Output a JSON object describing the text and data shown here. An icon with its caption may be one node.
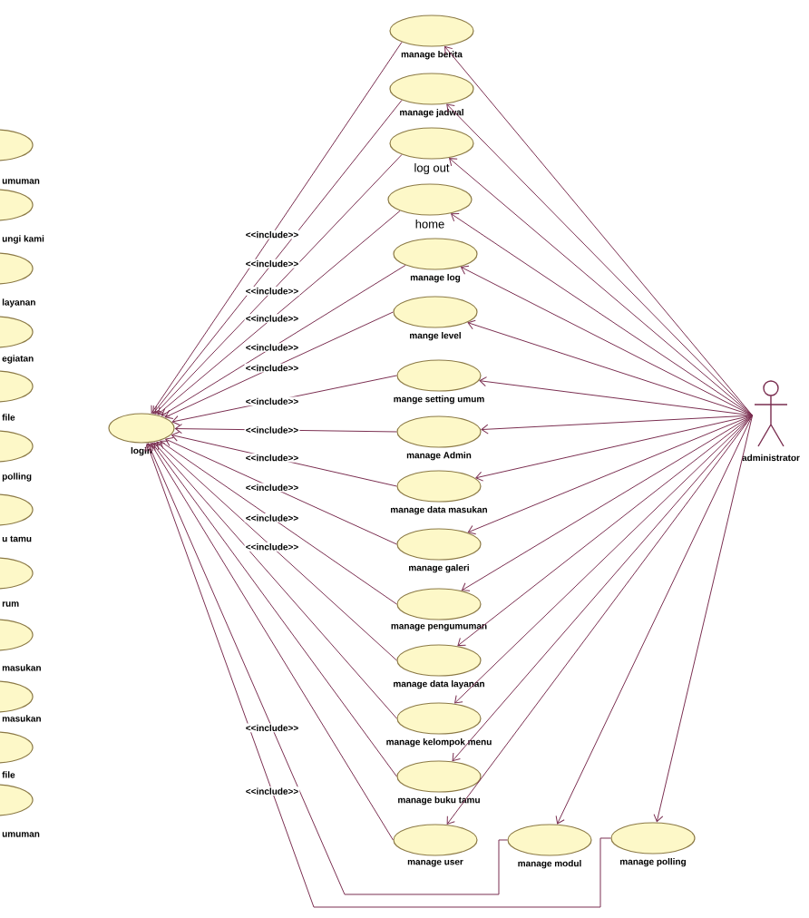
{
  "diagram": {
    "nodes": [
      {
        "text": [
          "umuman"
        ]
      },
      {
        "text": [
          "ungi kami"
        ]
      },
      {
        "text": [
          "layanan"
        ]
      },
      {
        "text": [
          "egiatan"
        ]
      },
      {
        "text": [
          "file"
        ]
      },
      {
        "text": [
          "polling"
        ]
      },
      {
        "text": [
          "u tamu"
        ]
      },
      {
        "text": [
          "rum"
        ]
      },
      {
        "text": [
          "masukan"
        ]
      },
      {
        "text": [
          "masukan"
        ]
      },
      {
        "text": [
          "file"
        ]
      },
      {
        "text": [
          "umuman"
        ]
      },
      {
        "text": [
          "login"
        ]
      },
      {
        "text": [
          "manage berita"
        ]
      },
      {
        "text": [
          "manage jadwal"
        ]
      },
      {
        "text": [
          "log out"
        ]
      },
      {
        "text": [
          "home"
        ]
      },
      {
        "text": [
          "manage log"
        ]
      },
      {
        "text": [
          "mange level"
        ]
      },
      {
        "text": [
          "mange setting umum"
        ]
      },
      {
        "text": [
          "manage Admin"
        ]
      },
      {
        "text": [
          "manage data masukan"
        ]
      },
      {
        "text": [
          "manage galeri"
        ]
      },
      {
        "text": [
          "manage pengumuman"
        ]
      },
      {
        "text": [
          "manage data layanan"
        ]
      },
      {
        "text": [
          "manage kelompok menu"
        ]
      },
      {
        "text": [
          "manage buku tamu"
        ]
      },
      {
        "text": [
          "manage user"
        ]
      },
      {
        "text": [
          "manage modul"
        ]
      },
      {
        "text": [
          "manage polling"
        ]
      },
      {
        "text": [
          "administrator"
        ]
      }
    ],
    "edges": [
      {
        "from": 13,
        "to": 12,
        "arrow": "to",
        "label": "<<include>>"
      },
      {
        "from": 14,
        "to": 12,
        "arrow": "to",
        "label": "<<include>>"
      },
      {
        "from": 15,
        "to": 12,
        "arrow": "to",
        "label": "<<include>>"
      },
      {
        "from": 16,
        "to": 12,
        "arrow": "to",
        "label": "<<include>>"
      },
      {
        "from": 17,
        "to": 12,
        "arrow": "to",
        "label": "<<include>>"
      },
      {
        "from": 18,
        "to": 12,
        "arrow": "to",
        "label": "<<include>>"
      },
      {
        "from": 19,
        "to": 12,
        "arrow": "to",
        "label": "<<include>>"
      },
      {
        "from": 20,
        "to": 12,
        "arrow": "to",
        "label": "<<include>>"
      },
      {
        "from": 21,
        "to": 12,
        "arrow": "to",
        "label": "<<include>>"
      },
      {
        "from": 22,
        "to": 12,
        "arrow": "to",
        "label": "<<include>>"
      },
      {
        "from": 23,
        "to": 12,
        "arrow": "to",
        "label": "<<include>>"
      },
      {
        "from": 24,
        "to": 12,
        "arrow": "to",
        "label": "<<include>>"
      },
      {
        "from": 25,
        "to": 12,
        "arrow": "to"
      },
      {
        "from": 26,
        "to": 12,
        "arrow": "to"
      },
      {
        "from": 27,
        "to": 12,
        "arrow": "to"
      },
      {
        "from": 28,
        "to": 12,
        "arrow": "to",
        "label": "<<include>>"
      },
      {
        "from": 29,
        "to": 12,
        "arrow": "to",
        "label": "<<include>>"
      },
      {
        "from": 30,
        "to": 13,
        "arrow": "to"
      },
      {
        "from": 30,
        "to": 14,
        "arrow": "to"
      },
      {
        "from": 30,
        "to": 15,
        "arrow": "to"
      },
      {
        "from": 30,
        "to": 16,
        "arrow": "to"
      },
      {
        "from": 30,
        "to": 17,
        "arrow": "to"
      },
      {
        "from": 30,
        "to": 18,
        "arrow": "to"
      },
      {
        "from": 30,
        "to": 19,
        "arrow": "to"
      },
      {
        "from": 30,
        "to": 20,
        "arrow": "to"
      },
      {
        "from": 30,
        "to": 21,
        "arrow": "to"
      },
      {
        "from": 30,
        "to": 22,
        "arrow": "to"
      },
      {
        "from": 30,
        "to": 23,
        "arrow": "to"
      },
      {
        "from": 30,
        "to": 24,
        "arrow": "to"
      },
      {
        "from": 30,
        "to": 25,
        "arrow": "to"
      },
      {
        "from": 30,
        "to": 26,
        "arrow": "to"
      },
      {
        "from": 30,
        "to": 27,
        "arrow": "to"
      },
      {
        "from": 30,
        "to": 28,
        "arrow": "to"
      },
      {
        "from": 30,
        "to": 29,
        "arrow": "to"
      }
    ]
  }
}
